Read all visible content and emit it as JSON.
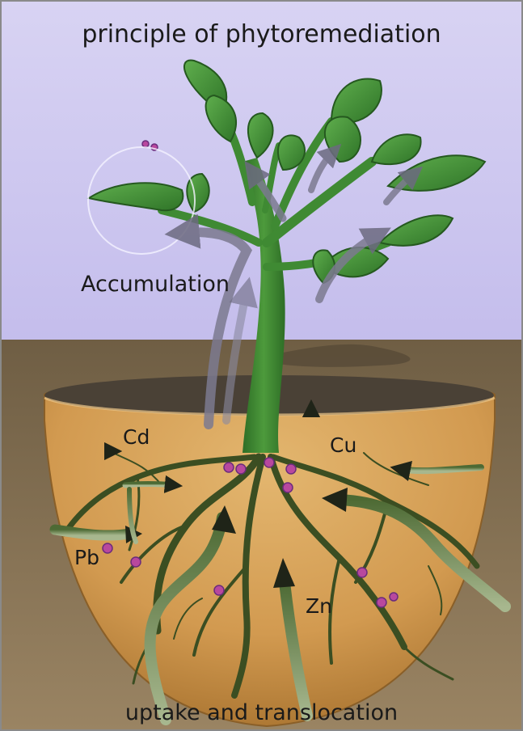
{
  "title": "principle of phytoremediation",
  "labels": {
    "accumulation": "Accumulation",
    "cd": "Cd",
    "cu": "Cu",
    "pb": "Pb",
    "zn": "Zn",
    "bottom": "uptake and translocation"
  },
  "colors": {
    "sky": "#ccc6ef",
    "ground": "#7d6a4c",
    "soil": "#d19b52",
    "plant": "#3c8a33",
    "root": "#3b4e22",
    "metal": "#b8489e"
  }
}
